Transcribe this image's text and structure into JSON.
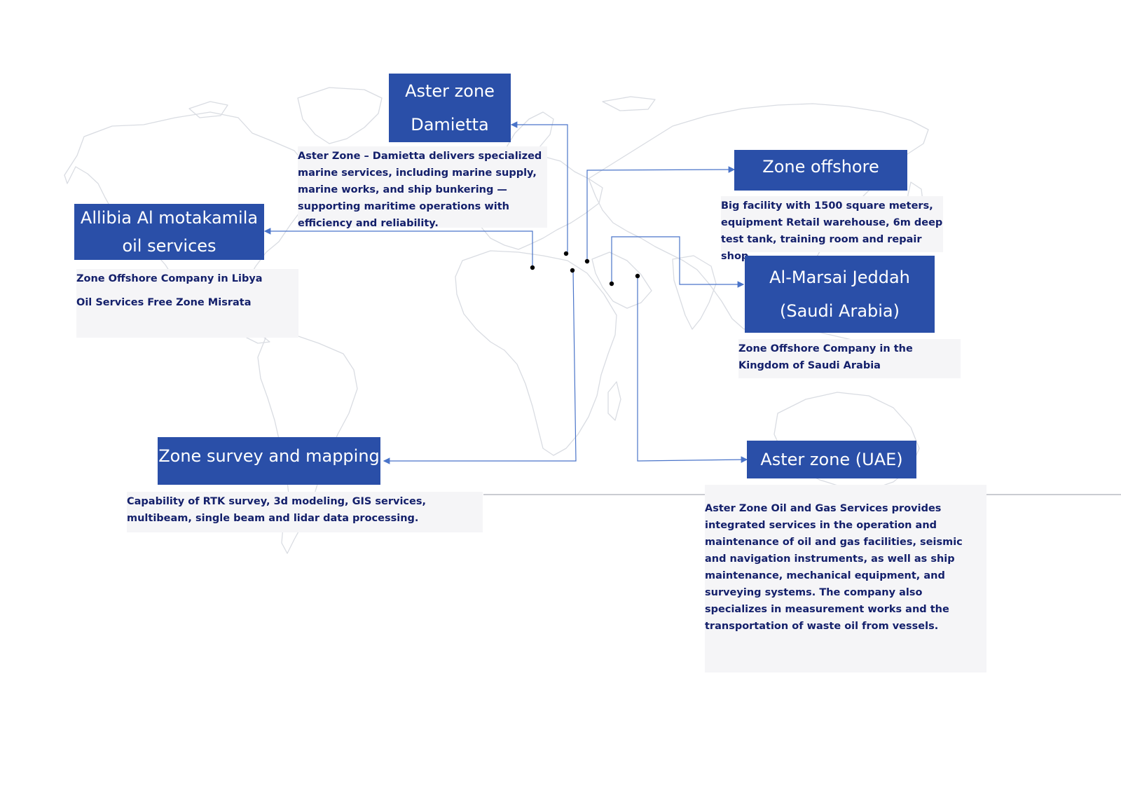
{
  "nodes": {
    "damietta": {
      "title_line1": "Aster zone",
      "title_line2": "Damietta",
      "description": "Aster Zone – Damietta delivers specialized marine services, including marine supply, marine works, and ship bunkering — supporting maritime operations with efficiency and reliability."
    },
    "libya": {
      "title_line1": "Allibia Al motakamila",
      "title_line2": "oil services",
      "description_line1": "Zone Offshore Company in Libya",
      "description_line2": "Oil Services Free Zone Misrata"
    },
    "offshore": {
      "title": "Zone offshore",
      "description": "Big facility with 1500 square meters, equipment Retail warehouse, 6m deep test tank, training room and repair shop."
    },
    "jeddah": {
      "title_line1": "Al-Marsai Jeddah",
      "title_line2": "(Saudi Arabia)",
      "description": "Zone Offshore Company in the Kingdom of Saudi Arabia"
    },
    "survey": {
      "title": "Zone survey and mapping",
      "description": "Capability of RTK survey, 3d modeling, GIS services, multibeam, single beam and lidar data processing."
    },
    "uae": {
      "title": "Aster zone (UAE)",
      "description": "Aster Zone Oil and Gas Services provides integrated services in the operation and maintenance of oil and gas facilities, seismic and navigation instruments, as well as ship maintenance, mechanical equipment, and surveying systems. The company also specializes in measurement works and the transportation of waste oil from vessels."
    }
  },
  "colors": {
    "title_background": "#2a4fa8",
    "title_text": "#ffffff",
    "description_background": "#f5f5f7",
    "description_text": "#14206b",
    "connector": "#4a74c9",
    "map_outline": "#d9dce2",
    "location_dot": "#000000"
  }
}
